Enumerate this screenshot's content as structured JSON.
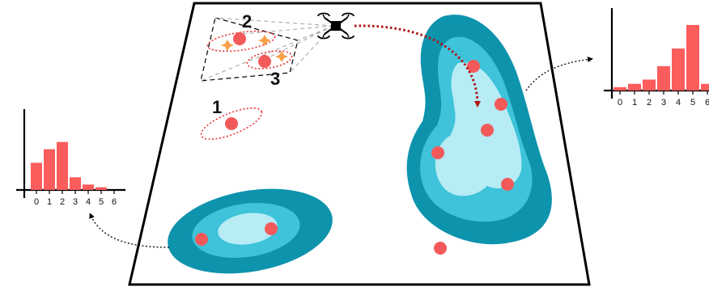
{
  "labels": {
    "cluster_1": "1",
    "cluster_2": "2",
    "cluster_3": "3"
  },
  "colors": {
    "outline": "#000000",
    "region_dark": "#0e93ad",
    "region_mid": "#3ec3da",
    "region_light": "#b7ecf5",
    "target_point": "#f25a5a",
    "uav_marker": "#f5a04a",
    "trajectory": "#b11515",
    "hist_bar": "#fb5c5c"
  },
  "icons": {
    "uav": "quadcopter-drone-icon",
    "uav_target": "four-point-star-icon"
  },
  "chart_data": [
    {
      "type": "bar",
      "categories": [
        "0",
        "1",
        "2",
        "3",
        "4",
        "5",
        "6"
      ],
      "values": [
        0.3,
        0.45,
        0.53,
        0.14,
        0.06,
        0.03,
        0.0
      ],
      "title": "",
      "xlabel": "",
      "ylabel": "",
      "ylim": [
        0,
        1.0
      ],
      "grid": false
    },
    {
      "type": "bar",
      "categories": [
        "0",
        "1",
        "2",
        "3",
        "4",
        "5",
        "6"
      ],
      "values": [
        0.04,
        0.08,
        0.13,
        0.29,
        0.5,
        0.78,
        0.08
      ],
      "title": "",
      "xlabel": "",
      "ylabel": "",
      "ylim": [
        0,
        1.0
      ],
      "grid": false
    }
  ]
}
